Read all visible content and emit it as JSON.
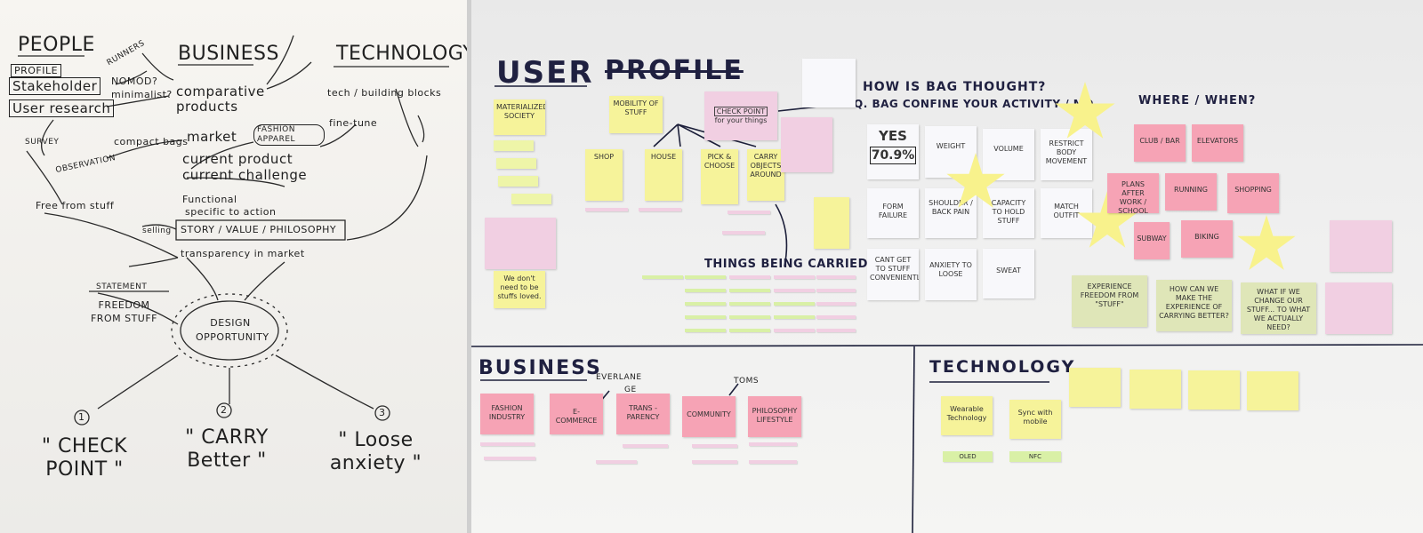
{
  "left_sheet": {
    "people": "PEOPLE",
    "business": "BUSINESS",
    "technology": "TECHNOLOGY",
    "profile": "PROFILE",
    "stakeholder": "Stakeholder",
    "user_research": "User research",
    "survey": "SURVEY",
    "observation": "OBSERVATION",
    "compact_bags": "compact bags",
    "runners": "RUNNERS",
    "nomod": "NOMOD?",
    "minimalist": "minimalist?",
    "comparative_products": "comparative products",
    "market": "market",
    "fashion_apparel": "FASHION APPAREL",
    "current_product": "current product",
    "current_challenge": "current challenge",
    "functional": "Functional",
    "specific_to_action": "specific to action",
    "selling": "selling",
    "story": "STORY / VALUE / PHILOSOPHY",
    "transparency": "transparency in market",
    "tech_blocks": "tech / building blocks",
    "fine_tune": "fine-tune",
    "free_from_stuff": "Free from stuff",
    "statement": "STATEMENT",
    "freedom": "FREEDOM FROM STUFF",
    "design_opportunity": "DESIGN OPPORTUNITY",
    "opportunities": [
      {
        "num": "1",
        "text": "\" CHECK POINT \""
      },
      {
        "num": "2",
        "text": "\" CARRY Better \""
      },
      {
        "num": "3",
        "text": "\" Loose anxiety \""
      }
    ]
  },
  "board": {
    "user_heading": "USER",
    "profile_heading": "PROFILE",
    "business_heading": "BUSINESS",
    "technology_heading": "TECHNOLOGY",
    "question1": "HOW IS BAG THOUGHT?",
    "question2": "Q. BAG CONFINE YOUR ACTIVITY / MO...",
    "where_when": "WHERE / WHEN?",
    "things_carried": "THINGS BEING CARRIED.",
    "yes_label": "YES",
    "yes_value": "70.9%",
    "profile_notes": {
      "mobility": "MOBILITY OF STUFF",
      "checkpoint": "CHECK POINT",
      "for_your_things": "for your things",
      "shop": "SHOP",
      "house": "HOUSE",
      "pick_choose": "PICK & CHOOSE",
      "carry_around": "CARRY OBJECTS AROUND",
      "materialized": "MATERIALIZED SOCIETY",
      "stuffs_loved": "We don't need to be stuffs loved."
    },
    "grid_notes": [
      "WEIGHT",
      "VOLUME",
      "RESTRICT BODY MOVEMENT",
      "FORM FAILURE",
      "SHOULDER / BACK PAIN",
      "CAPACITY TO HOLD STUFF",
      "MATCH OUTFIT",
      "CANT GET TO STUFF CONVENIENTLY",
      "ANXIETY TO LOOSE",
      "SWEAT"
    ],
    "where_notes": [
      "CLUB / BAR",
      "ELEVATORS",
      "PLANS AFTER WORK / SCHOOL",
      "RUNNING",
      "SHOPPING",
      "SUBWAY",
      "BIKING"
    ],
    "bottom_right_notes": [
      "EXPERIENCE FREEDOM FROM \"STUFF\"",
      "HOW CAN WE MAKE THE EXPERIENCE OF CARRYING BETTER?",
      "WHAT IF WE CHANGE OUR STUFF... TO WHAT WE ACTUALLY NEED?"
    ],
    "business_notes": [
      "FASHION INDUSTRY",
      "E-COMMERCE",
      "TRANS -PARENCY",
      "COMMUNITY",
      "PHILOSOPHY LIFESTYLE"
    ],
    "business_annotations": [
      "EVERLANE",
      "GE",
      "TOMS"
    ],
    "tech_notes": [
      "Wearable Technology",
      "Sync with mobile"
    ],
    "tech_tags": [
      "OLED",
      "NFC"
    ]
  }
}
